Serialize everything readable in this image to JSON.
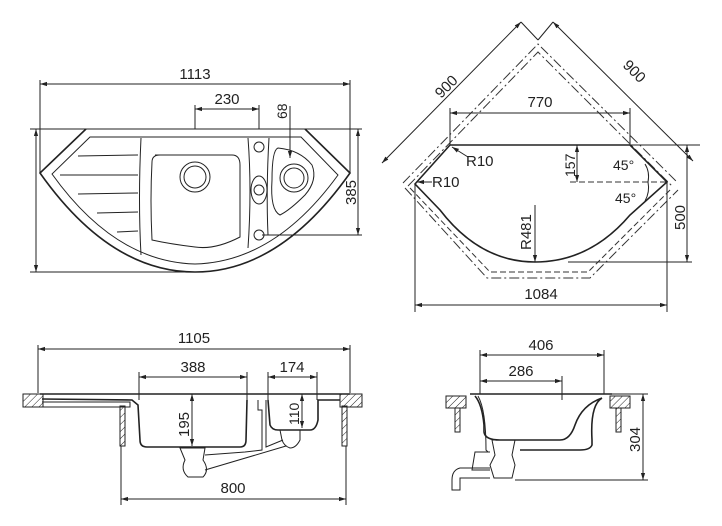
{
  "top_view": {
    "width_total": "1113",
    "bowl_offset": "230",
    "small_offset": "68",
    "depth": "385"
  },
  "corner_view": {
    "side_left": "900",
    "side_right": "900",
    "inner_width": "770",
    "radius_small_1": "R10",
    "radius_small_2": "R10",
    "offset": "157",
    "angle_1": "45°",
    "angle_2": "45°",
    "radius_large": "R481",
    "depth": "500",
    "width_total": "1084"
  },
  "front_section": {
    "width_total": "1105",
    "bowl_width": "388",
    "small_bowl_width": "174",
    "bowl_depth": "195",
    "small_bowl_depth": "110",
    "cabinet_width": "800"
  },
  "side_section": {
    "width_total": "406",
    "bowl_width": "286",
    "height_total": "304"
  }
}
